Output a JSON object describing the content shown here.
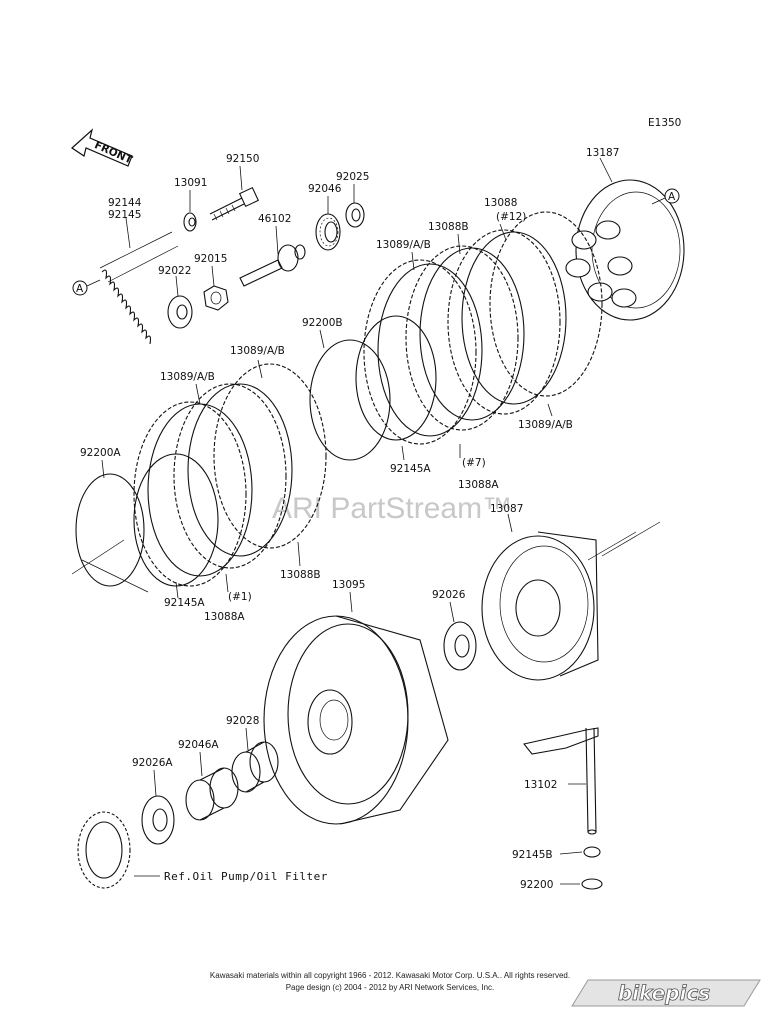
{
  "diagram": {
    "code": "E1350",
    "front_label": "FRONT",
    "ref_a": "A",
    "watermark": "ARI PartStream™",
    "labels": {
      "p92150": "92150",
      "p13091": "13091",
      "p92144": "92144",
      "p92145": "92145",
      "p46102": "46102",
      "p92015": "92015",
      "p92022": "92022",
      "p92046": "92046",
      "p92025": "92025",
      "p13187": "13187",
      "p13088": "13088",
      "p13088_12": "(#12)",
      "p13088B_top": "13088B",
      "p13089_top": "13089/A/B",
      "p92200B": "92200B",
      "p13089_mid": "13089/A/B",
      "p13089_left": "13089/A/B",
      "p13089_right": "13089/A/B",
      "p92145A_mid": "92145A",
      "p7": "(#7)",
      "p13088A_mid": "13088A",
      "p92200A": "92200A",
      "p13088B_low": "13088B",
      "p92145A_low": "92145A",
      "p1": "(#1)",
      "p13088A_low": "13088A",
      "p13087": "13087",
      "p13095": "13095",
      "p92026": "92026",
      "p92028": "92028",
      "p92046A": "92046A",
      "p92026A": "92026A",
      "p13102": "13102",
      "p92145B": "92145B",
      "p92200": "92200",
      "ref_oil": "Ref.Oil Pump/Oil Filter"
    }
  },
  "footer": {
    "line1": "Kawasaki materials within all copyright 1966 - 2012.  Kawasaki Motor Corp. U.S.A..  All rights reserved.",
    "line2": "Page design (c) 2004 - 2012 by ARI Network Services, Inc.",
    "logo": "bikepics"
  }
}
